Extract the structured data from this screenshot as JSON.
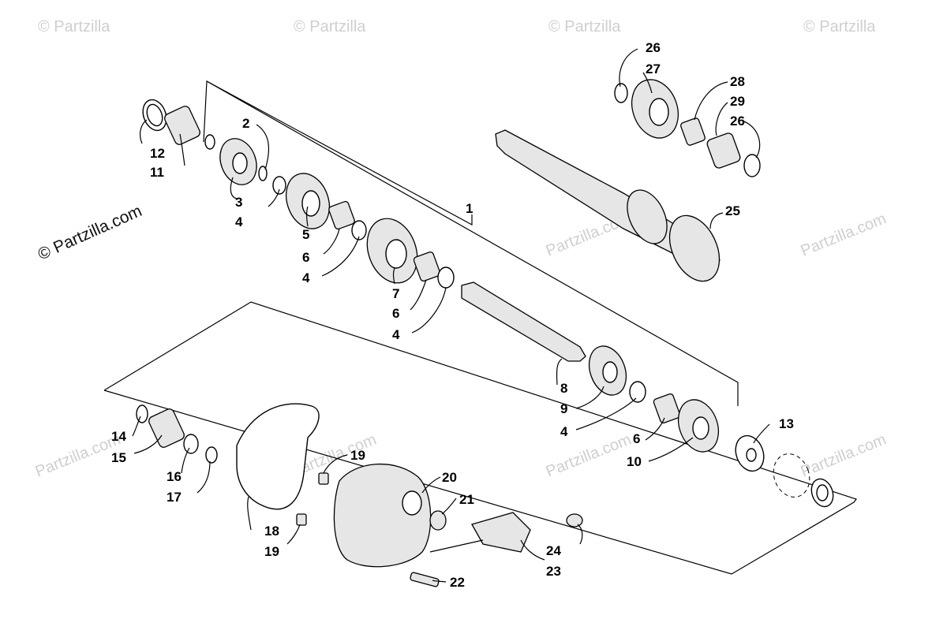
{
  "diagram": {
    "watermark_text": "© Partzilla",
    "watermark_domain": "Partzilla.com",
    "main_watermark": "© Partzilla.com",
    "callouts": [
      "1",
      "2",
      "3",
      "4",
      "5",
      "6",
      "7",
      "8",
      "9",
      "10",
      "11",
      "12",
      "13",
      "14",
      "15",
      "16",
      "17",
      "18",
      "19",
      "20",
      "21",
      "22",
      "23",
      "24",
      "25",
      "26",
      "27",
      "28",
      "29"
    ]
  }
}
